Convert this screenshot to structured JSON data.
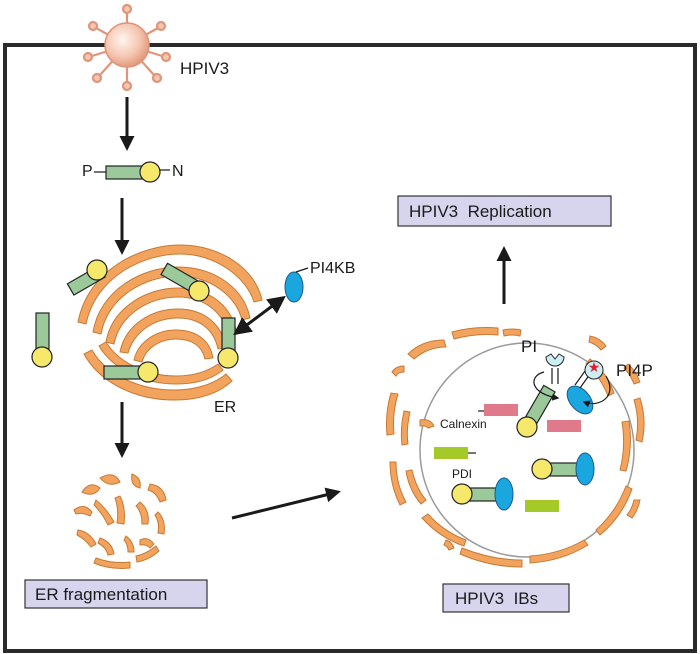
{
  "labels": {
    "virus": "HPIV3",
    "p": "P",
    "n": "N",
    "pi4kb": "PI4KB",
    "er": "ER",
    "er_fragmentation": "ER fragmentation",
    "replication": "HPIV3  Replication",
    "pi": "PI",
    "pi4p": "PI4P",
    "calnexin": "Calnexin",
    "pdi": "PDI",
    "ibs": "HPIV3  IBs"
  },
  "colors": {
    "er": "#f2a35e",
    "p_protein": "#9bc99a",
    "n_protein": "#f5e86a",
    "pi4kb": "#1aa7e0",
    "calnexin": "#e07a8a",
    "pdi": "#a6c92a",
    "label_box": "#d7d5ee",
    "virus": "#f5c6b0"
  }
}
